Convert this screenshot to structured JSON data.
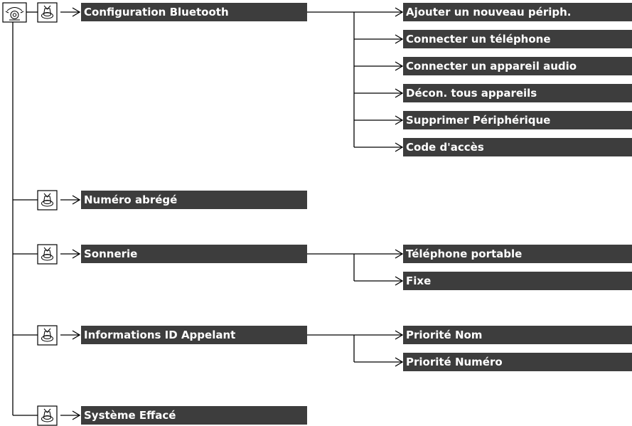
{
  "menu": {
    "items": [
      {
        "label": "Configuration Bluetooth",
        "children": [
          "Ajouter un nouveau périph.",
          "Connecter un téléphone",
          "Connecter un appareil audio",
          "Décon. tous appareils",
          "Supprimer Périphérique",
          "Code d'accès"
        ]
      },
      {
        "label": "Numéro abrégé",
        "children": []
      },
      {
        "label": "Sonnerie",
        "children": [
          "Téléphone portable",
          "Fixe"
        ]
      },
      {
        "label": "Informations ID Appelant",
        "children": [
          "Priorité Nom",
          "Priorité Numéro"
        ]
      },
      {
        "label": "Système Effacé",
        "children": []
      }
    ]
  },
  "icons": {
    "root": "phone-menu-icon",
    "item": "selector-knob-icon"
  },
  "colors": {
    "box": "#3d3d3d",
    "text": "#ffffff",
    "line": "#000000"
  }
}
